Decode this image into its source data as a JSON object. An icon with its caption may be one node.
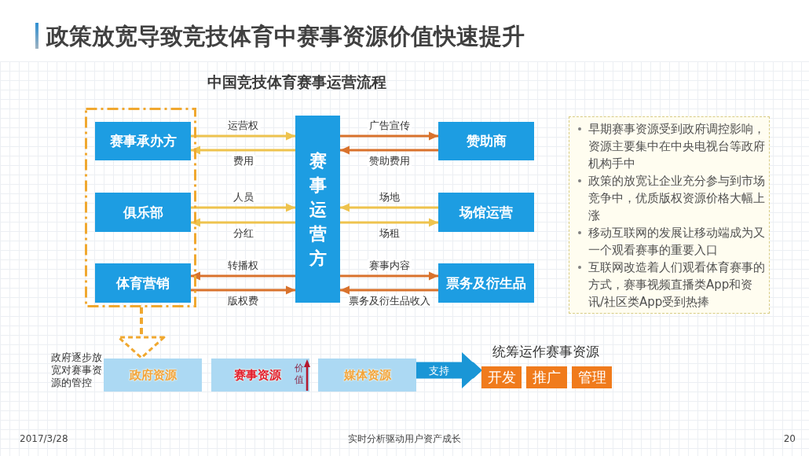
{
  "diagram": {
    "title": "政策放宽导致竞技体育中赛事资源价值快速提升",
    "nodes": [
      {
        "text": [],
        "shape": "box"
      },
      {
        "text": [
          "赛事承办方"
        ],
        "in": 0
      },
      {
        "text": [
          "俱乐部"
        ],
        "in": 0
      },
      {
        "text": [
          "体育营销"
        ],
        "in": 0
      },
      {
        "text": [
          "赛事运营方"
        ]
      },
      {
        "text": [
          "赞助商"
        ]
      },
      {
        "text": [
          "场馆运营"
        ]
      },
      {
        "text": [
          "票务及衍生品"
        ]
      },
      {
        "text": [
          "早期赛事资源受到政府调控影响，资源主要集中在中央电视台等政府机构手中",
          "政策的放宽让企业充分参与到市场竞争中，优质版权资源价格大幅上涨",
          "移动互联网的发展让移动端成为又一个观看赛事的重要入口",
          "互联网改造着人们观看体育赛事的方式，赛事视频直播类App和资讯/社区类App受到热捧"
        ]
      },
      {
        "text": [
          "政府资源"
        ],
        "beside": [
          "政府逐步放宽对赛事资源的管控"
        ]
      },
      {
        "text": [
          "赛事资源",
          "价值"
        ]
      },
      {
        "text": [
          "媒体资源"
        ]
      },
      {
        "text": [
          "开发"
        ]
      },
      {
        "text": [
          "推广"
        ]
      },
      {
        "text": [
          "管理"
        ]
      }
    ],
    "edges": [
      {
        "from": 1,
        "to": 4,
        "arrow": "to",
        "label": "运营权"
      },
      {
        "from": 4,
        "to": 1,
        "arrow": "to",
        "label": "费用"
      },
      {
        "from": 2,
        "to": 4,
        "arrow": "to",
        "label": "人员"
      },
      {
        "from": 4,
        "to": 2,
        "arrow": "to",
        "label": "分红"
      },
      {
        "from": 4,
        "to": 3,
        "arrow": "to",
        "label": "转播权",
        "color": "#d9722c"
      },
      {
        "from": 3,
        "to": 4,
        "arrow": "to",
        "label": "版权费",
        "color": "#d9722c"
      },
      {
        "from": 4,
        "to": 5,
        "arrow": "to",
        "label": "广告宣传",
        "color": "#d9722c"
      },
      {
        "from": 5,
        "to": 4,
        "arrow": "to",
        "label": "赞助费用",
        "color": "#d9722c"
      },
      {
        "from": 6,
        "to": 4,
        "arrow": "to",
        "label": "场地"
      },
      {
        "from": 4,
        "to": 6,
        "arrow": "to",
        "label": "场租"
      },
      {
        "from": 4,
        "to": 7,
        "arrow": "to",
        "label": "赛事内容",
        "color": "#d9722c"
      },
      {
        "from": 7,
        "to": 4,
        "arrow": "to",
        "label": "票务及衍生品收入",
        "color": "#d9722c"
      },
      {
        "from": 0,
        "to": 9,
        "arrow": "to",
        "style": "dashed",
        "color": "#f0a830"
      },
      {
        "from": 11,
        "to": 12,
        "arrow": "to",
        "label": "支持",
        "style": "thick",
        "color": "#1a96d6"
      }
    ],
    "labels": [
      "中国竞技体育赛事运营流程",
      "统筹运作赛事资源",
      "2017/3/28",
      "实时分析驱动用户资产成长",
      "20"
    ]
  }
}
